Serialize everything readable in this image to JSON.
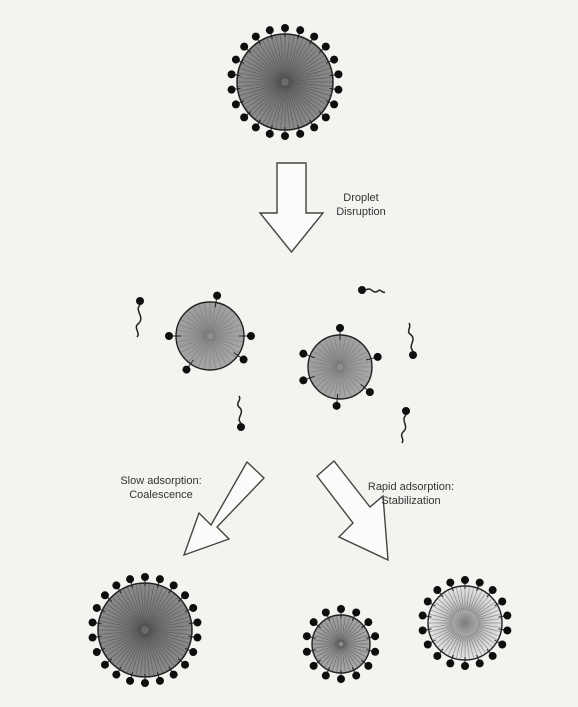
{
  "labels": {
    "disruption_line1": "Droplet",
    "disruption_line2": "Disruption",
    "slow_line1": "Slow adsorption:",
    "slow_line2": "Coalescence",
    "rapid_line1": "Rapid adsorption:",
    "rapid_line2": "Stabilization"
  }
}
